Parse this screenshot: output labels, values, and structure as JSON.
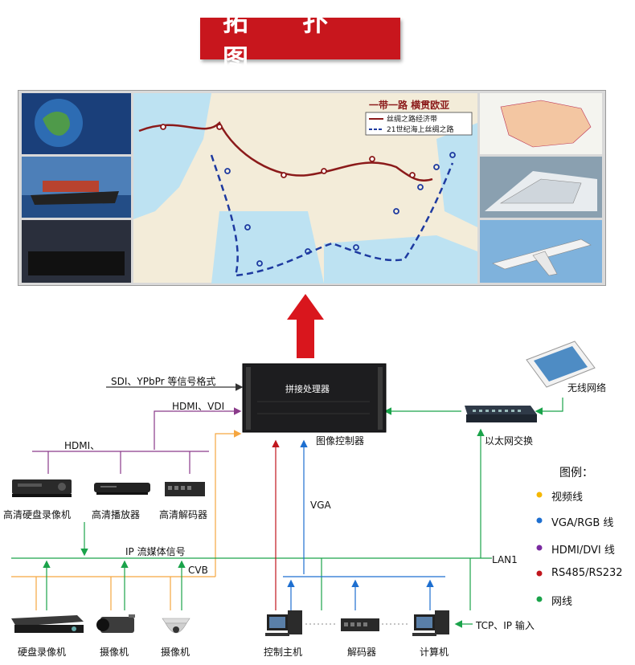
{
  "title": "拓  扑  图",
  "map": {
    "headline": "一带一路  横贯欧亚",
    "legend_silk_road": "丝绸之路经济带",
    "legend_maritime": "21世纪海上丝绸之路"
  },
  "devices": {
    "processor_label": "拼接处理器",
    "controller": "图像控制器",
    "switch": "以太网交换",
    "wireless": "无线网络",
    "hd_dvr": "高清硬盘录像机",
    "hd_player": "高清播放器",
    "hd_decoder": "高清解码器",
    "dvr": "硬盘录像机",
    "camera1": "摄像机",
    "camera2": "摄像机",
    "control_host": "控制主机",
    "decoder": "解码器",
    "computer": "计算机"
  },
  "signals": {
    "sdi": "SDI、YPbPr 等信号格式",
    "hdmi_vdi": "HDMI、VDI",
    "hdmi": "HDMI、",
    "vga": "VGA",
    "ip_stream": "IP 流媒体信号",
    "cvb": "CVB",
    "lan1": "LAN1",
    "tcp_ip": "TCP、IP 输入"
  },
  "legend": {
    "title": "图例：",
    "items": [
      {
        "label": "视频线",
        "color": "#f5b700"
      },
      {
        "label": "VGA/RGB 线",
        "color": "#1e6fd0"
      },
      {
        "label": "HDMI/DVI 线",
        "color": "#7a2aa0"
      },
      {
        "label": "RS485/RS232",
        "color": "#c0161d"
      },
      {
        "label": "网线",
        "color": "#1aa34a"
      }
    ]
  },
  "colors": {
    "banner": "#c8161d",
    "arrow": "#d9161d",
    "video": "#f5a640",
    "vga": "#1e6fd0",
    "hdmi": "#8a3a8a",
    "rs": "#c0161d",
    "net": "#1aa34a"
  }
}
